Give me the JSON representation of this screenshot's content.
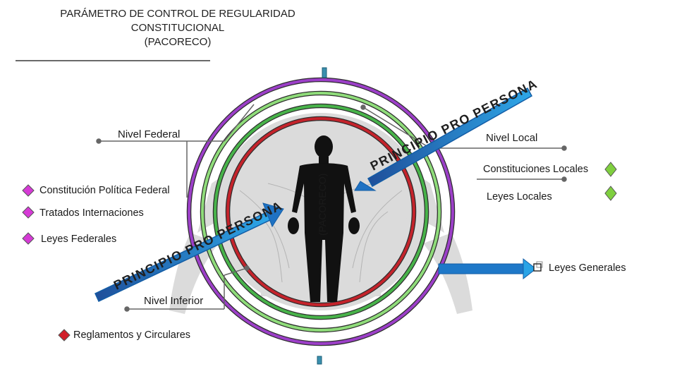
{
  "title": {
    "line1": "PARÁMETRO DE CONTROL DE REGULARIDAD",
    "line2": "CONSTITUCIONAL",
    "line3": "(PACORECO)"
  },
  "center_label": "(PACORECO)",
  "federal": {
    "heading": "Nivel Federal",
    "items": [
      "Constitución Política Federal",
      "Tratados Internaciones",
      "Leyes Federales"
    ],
    "marker_color": "#d63ad6"
  },
  "local": {
    "heading": "Nivel Local",
    "items": [
      "Constituciones Locales",
      "Leyes Locales"
    ],
    "marker_color": "#7fcf3f"
  },
  "inferior": {
    "heading": "Nivel Inferior",
    "items": [
      "Reglamentos y Circulares"
    ],
    "marker_color": "#d11f2a"
  },
  "general": {
    "label": "Leyes Generales",
    "checkbox_icon": "checkbox-icon"
  },
  "principio_label": "PRINCIPIO PRO PERSONA",
  "colors": {
    "ring_outer": "#9c3fc8",
    "ring_middle": "#48b34a",
    "ring_inner": "#c4232b",
    "arrow": "#1e78c8",
    "arrow_fill": "#29a3e6"
  },
  "icons": [
    "human-body-icon",
    "diamond-marker-icon",
    "arrow-icon"
  ]
}
